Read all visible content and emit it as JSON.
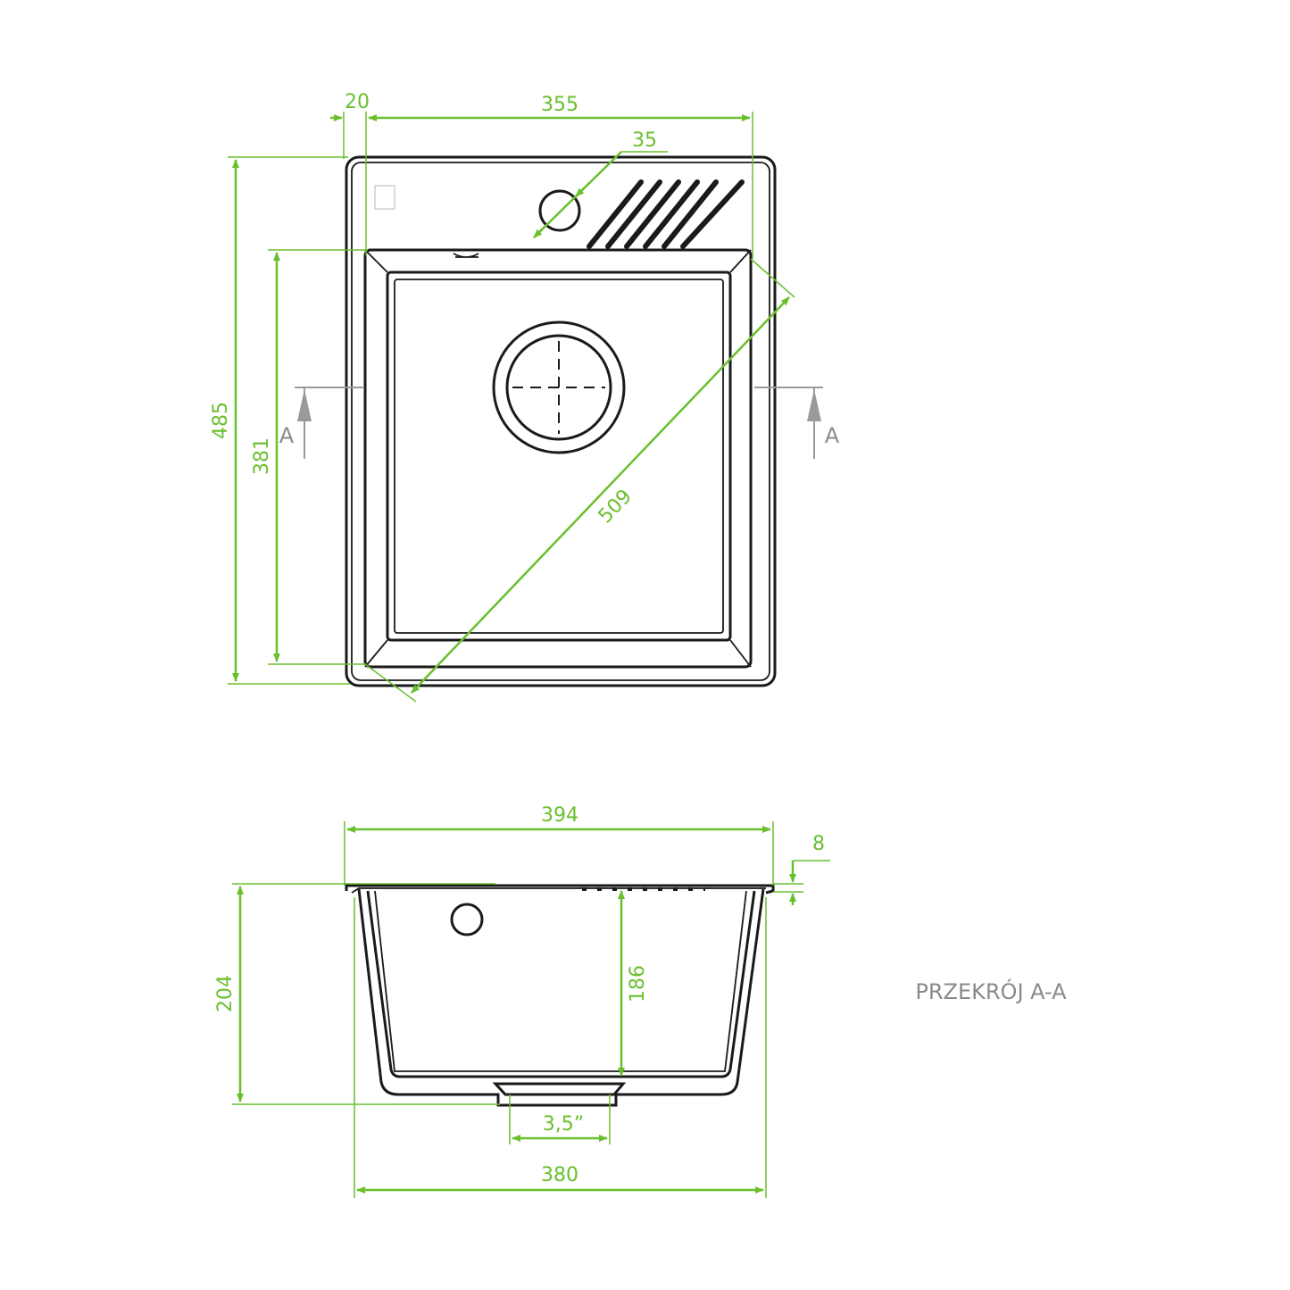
{
  "dimensions": {
    "top_margin": "20",
    "top_width": "355",
    "tap_hole": "35",
    "total_height": "485",
    "bowl_height": "381",
    "diagonal": "509",
    "section_width_top": "394",
    "rim": "8",
    "total_depth": "204",
    "bowl_depth": "186",
    "drain": "3,5”",
    "section_width_bottom": "380"
  },
  "section_markers": {
    "left": "A",
    "right": "A"
  },
  "section_title": "PRZEKRÓJ A-A",
  "colors": {
    "dimension": "#6abf2e",
    "outline": "#1a1a1a",
    "marker": "#9a9a9a"
  }
}
